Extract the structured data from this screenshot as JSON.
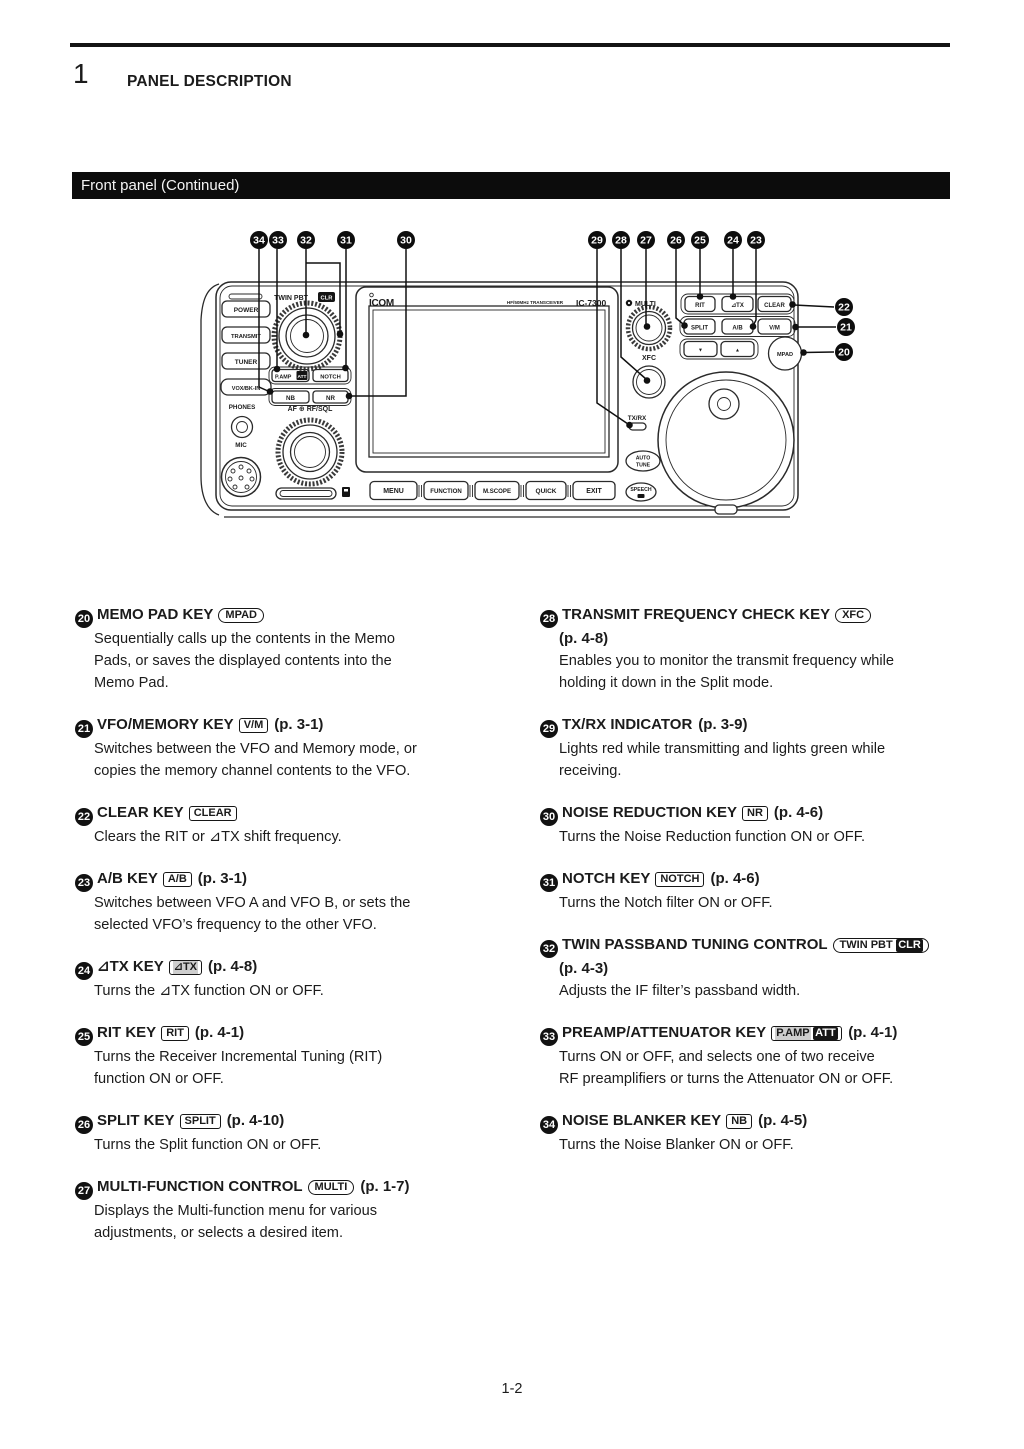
{
  "header": {
    "chapter_number": "1",
    "chapter_title": "PANEL DESCRIPTION",
    "banner": "Front panel (Continued)"
  },
  "footer": {
    "page_number": "1-2"
  },
  "diagram": {
    "labels": {
      "brand": "ICOM",
      "model_prefix": "HF/50MHz TRANSCEIVER",
      "model": "IC-7300",
      "power": "POWER",
      "transmit": "TRANSMIT",
      "tuner": "TUNER",
      "vox": "VOX/BK-IN",
      "phones": "PHONES",
      "mic": "MIC",
      "twin_pbt": "TWIN PBT",
      "clr": "CLR",
      "pamp": "P.AMP",
      "att": "ATT",
      "notch": "NOTCH",
      "nb": "NB",
      "nr": "NR",
      "af_rf": "AF ⊕ RF/SQL",
      "menu": "MENU",
      "func": "FUNCTION",
      "mscope": "M.SCOPE",
      "quick": "QUICK",
      "exit": "EXIT",
      "speech": "SPEECH",
      "multi": "MULTI",
      "xfc": "XFC",
      "txrx": "TX/RX",
      "auto": "AUTO",
      "tune": "TUNE",
      "rit": "RIT",
      "dtx": "⊿TX",
      "clear": "CLEAR",
      "split": "SPLIT",
      "ab": "A/B",
      "vm": "V/M",
      "down": "▼",
      "up": "▲",
      "mpad": "MPAD"
    },
    "callouts": {
      "c20": "20",
      "c21": "21",
      "c22": "22",
      "c23": "23",
      "c24": "24",
      "c25": "25",
      "c26": "26",
      "c27": "27",
      "c28": "28",
      "c29": "29",
      "c30": "30",
      "c31": "31",
      "c32": "32",
      "c33": "33",
      "c34": "34"
    }
  },
  "items": [
    {
      "num": "20",
      "column": "left",
      "title": "MEMO PAD KEY",
      "key": {
        "label": "MPAD",
        "shape": "pill"
      },
      "ref": null,
      "ref_newline": false,
      "desc_lines": [
        "Sequentially calls up the contents in the Memo",
        "Pads, or saves the displayed contents into the",
        "Memo Pad."
      ]
    },
    {
      "num": "21",
      "column": "left",
      "title": "VFO/MEMORY KEY",
      "key": {
        "label": "V/M",
        "shape": "rect"
      },
      "ref": "(p. 3-1)",
      "ref_newline": false,
      "desc_lines": [
        "Switches between the VFO and Memory mode, or",
        "copies the memory channel contents to the VFO."
      ]
    },
    {
      "num": "22",
      "column": "left",
      "title": "CLEAR KEY",
      "key": {
        "label": "CLEAR",
        "shape": "rect"
      },
      "ref": null,
      "ref_newline": false,
      "desc_lines": [
        "Clears the RIT or ⊿TX shift frequency."
      ]
    },
    {
      "num": "23",
      "column": "left",
      "title": "A/B KEY",
      "key": {
        "label": "A/B",
        "shape": "rect"
      },
      "ref": "(p. 3-1)",
      "ref_newline": false,
      "desc_lines": [
        "Switches between VFO A and VFO B, or sets the",
        "selected VFO’s frequency to the other VFO."
      ]
    },
    {
      "num": "24",
      "column": "left",
      "title": "⊿TX KEY",
      "key": {
        "label": "⊿TX",
        "shape": "rect",
        "shade": true
      },
      "ref": "(p. 4-8)",
      "ref_newline": false,
      "desc_lines": [
        "Turns the ⊿TX function ON or OFF."
      ]
    },
    {
      "num": "25",
      "column": "left",
      "title": "RIT KEY",
      "key": {
        "label": "RIT",
        "shape": "rect"
      },
      "ref": "(p. 4-1)",
      "ref_newline": false,
      "desc_lines": [
        "Turns the Receiver Incremental Tuning (RIT)",
        "function ON or OFF."
      ]
    },
    {
      "num": "26",
      "column": "left",
      "title": "SPLIT KEY",
      "key": {
        "label": "SPLIT",
        "shape": "rect"
      },
      "ref": "(p. 4-10)",
      "ref_newline": false,
      "desc_lines": [
        "Turns the Split function ON or OFF."
      ]
    },
    {
      "num": "27",
      "column": "left",
      "title": "MULTI-FUNCTION CONTROL",
      "key": {
        "label": "MULTI",
        "shape": "pill"
      },
      "ref": "(p. 1-7)",
      "ref_newline": false,
      "desc_lines": [
        "Displays the Multi-function menu for various",
        "adjustments, or selects a desired item."
      ]
    },
    {
      "num": "28",
      "column": "right",
      "title": "TRANSMIT FREQUENCY CHECK KEY",
      "key": {
        "label": "XFC",
        "shape": "pill"
      },
      "ref": "(p. 4-8)",
      "ref_newline": true,
      "desc_lines": [
        "Enables you to monitor the transmit frequency while",
        "holding it down in the Split mode."
      ]
    },
    {
      "num": "29",
      "column": "right",
      "title": "TX/RX INDICATOR",
      "key": null,
      "ref": "(p. 3-9)",
      "ref_newline": false,
      "desc_lines": [
        "Lights red while transmitting and lights green while",
        "receiving."
      ]
    },
    {
      "num": "30",
      "column": "right",
      "title": "NOISE REDUCTION KEY",
      "key": {
        "label": "NR",
        "shape": "rect"
      },
      "ref": "(p. 4-6)",
      "ref_newline": false,
      "desc_lines": [
        "Turns the Noise Reduction function ON or OFF."
      ]
    },
    {
      "num": "31",
      "column": "right",
      "title": "NOTCH KEY",
      "key": {
        "label": "NOTCH",
        "shape": "rect"
      },
      "ref": "(p. 4-6)",
      "ref_newline": false,
      "desc_lines": [
        "Turns the Notch filter ON or OFF."
      ]
    },
    {
      "num": "32",
      "column": "right",
      "title": "TWIN PASSBAND TUNING CONTROL",
      "key": {
        "label": "TWIN PBT",
        "shape": "pill",
        "label2": "CLR"
      },
      "ref": "(p. 4-3)",
      "ref_newline": true,
      "desc_lines": [
        "Adjusts the IF filter’s passband width."
      ]
    },
    {
      "num": "33",
      "column": "right",
      "title": "PREAMP/ATTENUATOR KEY",
      "key": {
        "label": "P.AMP",
        "shape": "rect",
        "shade": true,
        "label2": "ATT"
      },
      "ref": "(p. 4-1)",
      "ref_newline": false,
      "desc_lines": [
        "Turns ON or OFF, and selects one of two receive",
        "RF preamplifiers or turns the Attenuator ON or OFF."
      ]
    },
    {
      "num": "34",
      "column": "right",
      "title": "NOISE BLANKER KEY",
      "key": {
        "label": "NB",
        "shape": "rect"
      },
      "ref": "(p. 4-5)",
      "ref_newline": false,
      "desc_lines": [
        "Turns the Noise Blanker ON or OFF."
      ]
    }
  ]
}
